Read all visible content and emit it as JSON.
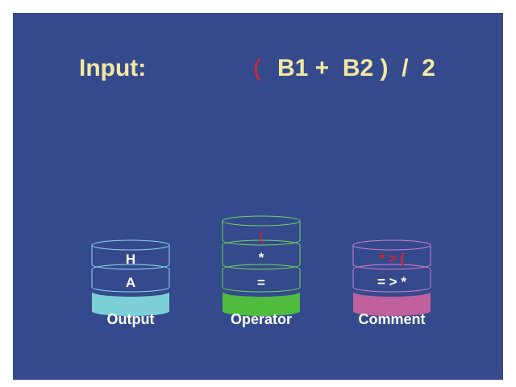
{
  "input": {
    "label": "Input:",
    "open_paren": "(",
    "expression_rest": "B1 +  B2 )  /  2"
  },
  "stacks": [
    {
      "label": "Output",
      "base_color": "#7dd0d6",
      "outline_color": "#8fd8f0",
      "cells": [
        "A",
        "H"
      ]
    },
    {
      "label": "Operator",
      "base_color": "#4fbb3f",
      "outline_color": "#6fd860",
      "cells": [
        "=",
        "*",
        "("
      ]
    },
    {
      "label": "Comment",
      "base_color": "#c0609c",
      "outline_color": "#d080d0",
      "cells": [
        "= > *",
        "* > ("
      ]
    }
  ],
  "colors": {
    "background": "#354a8c",
    "accent_text": "#f3e8a2",
    "highlight": "#e0202a"
  }
}
